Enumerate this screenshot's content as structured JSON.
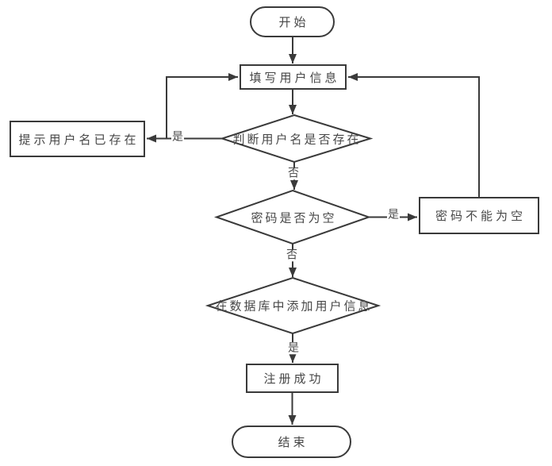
{
  "flowchart": {
    "nodes": {
      "start": "开始",
      "fill_info": "填写用户信息",
      "check_username": "判断用户名是否存在",
      "username_exists_msg": "提示用户名已存在",
      "check_password_empty": "密码是否为空",
      "password_required_msg": "密码不能为空",
      "add_user_to_db": "在数据库中添加用户信息",
      "register_success": "注册成功",
      "end": "结束"
    },
    "edge_labels": {
      "username_exists_yes": "是",
      "username_exists_no": "否",
      "password_empty_yes": "是",
      "password_empty_no": "否",
      "db_add_yes": "是"
    },
    "colors": {
      "line": "#3a3a3a",
      "text": "#474747",
      "node_fill": "#ffffff",
      "background": "#ffffff"
    }
  }
}
